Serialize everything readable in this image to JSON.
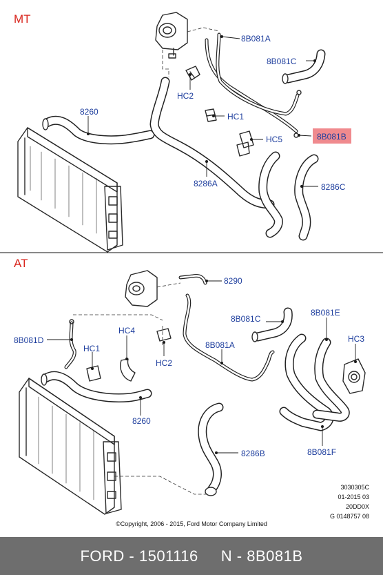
{
  "sections": {
    "mt": "MT",
    "at": "AT"
  },
  "mt_labels": {
    "l8b081a": "8B081A",
    "l8b081c": "8B081C",
    "hc2": "HC2",
    "hc1": "HC1",
    "hc5": "HC5",
    "l8b081b": "8B081B",
    "l8260": "8260",
    "l8286a": "8286A",
    "l8286c": "8286C"
  },
  "at_labels": {
    "l8290": "8290",
    "l8b081c": "8B081C",
    "l8b081e": "8B081E",
    "l8b081d": "8B081D",
    "hc1": "HC1",
    "hc4": "HC4",
    "hc2": "HC2",
    "l8b081a": "8B081A",
    "hc3": "HC3",
    "l8260": "8260",
    "l8286b": "8286B",
    "l8b081f": "8B081F"
  },
  "highlight_color": "#f08a8e",
  "label_color": "#1f3f9e",
  "section_color": "#d9251d",
  "meta_codes": [
    "3030305C",
    "01-2015 03",
    "20DD0X",
    "G 0148757 08"
  ],
  "copyright": "©Copyright, 2006 - 2015, Ford Motor Company Limited",
  "footer": {
    "brand_part": "FORD - 1501116",
    "n_part": "N - 8B081B"
  }
}
